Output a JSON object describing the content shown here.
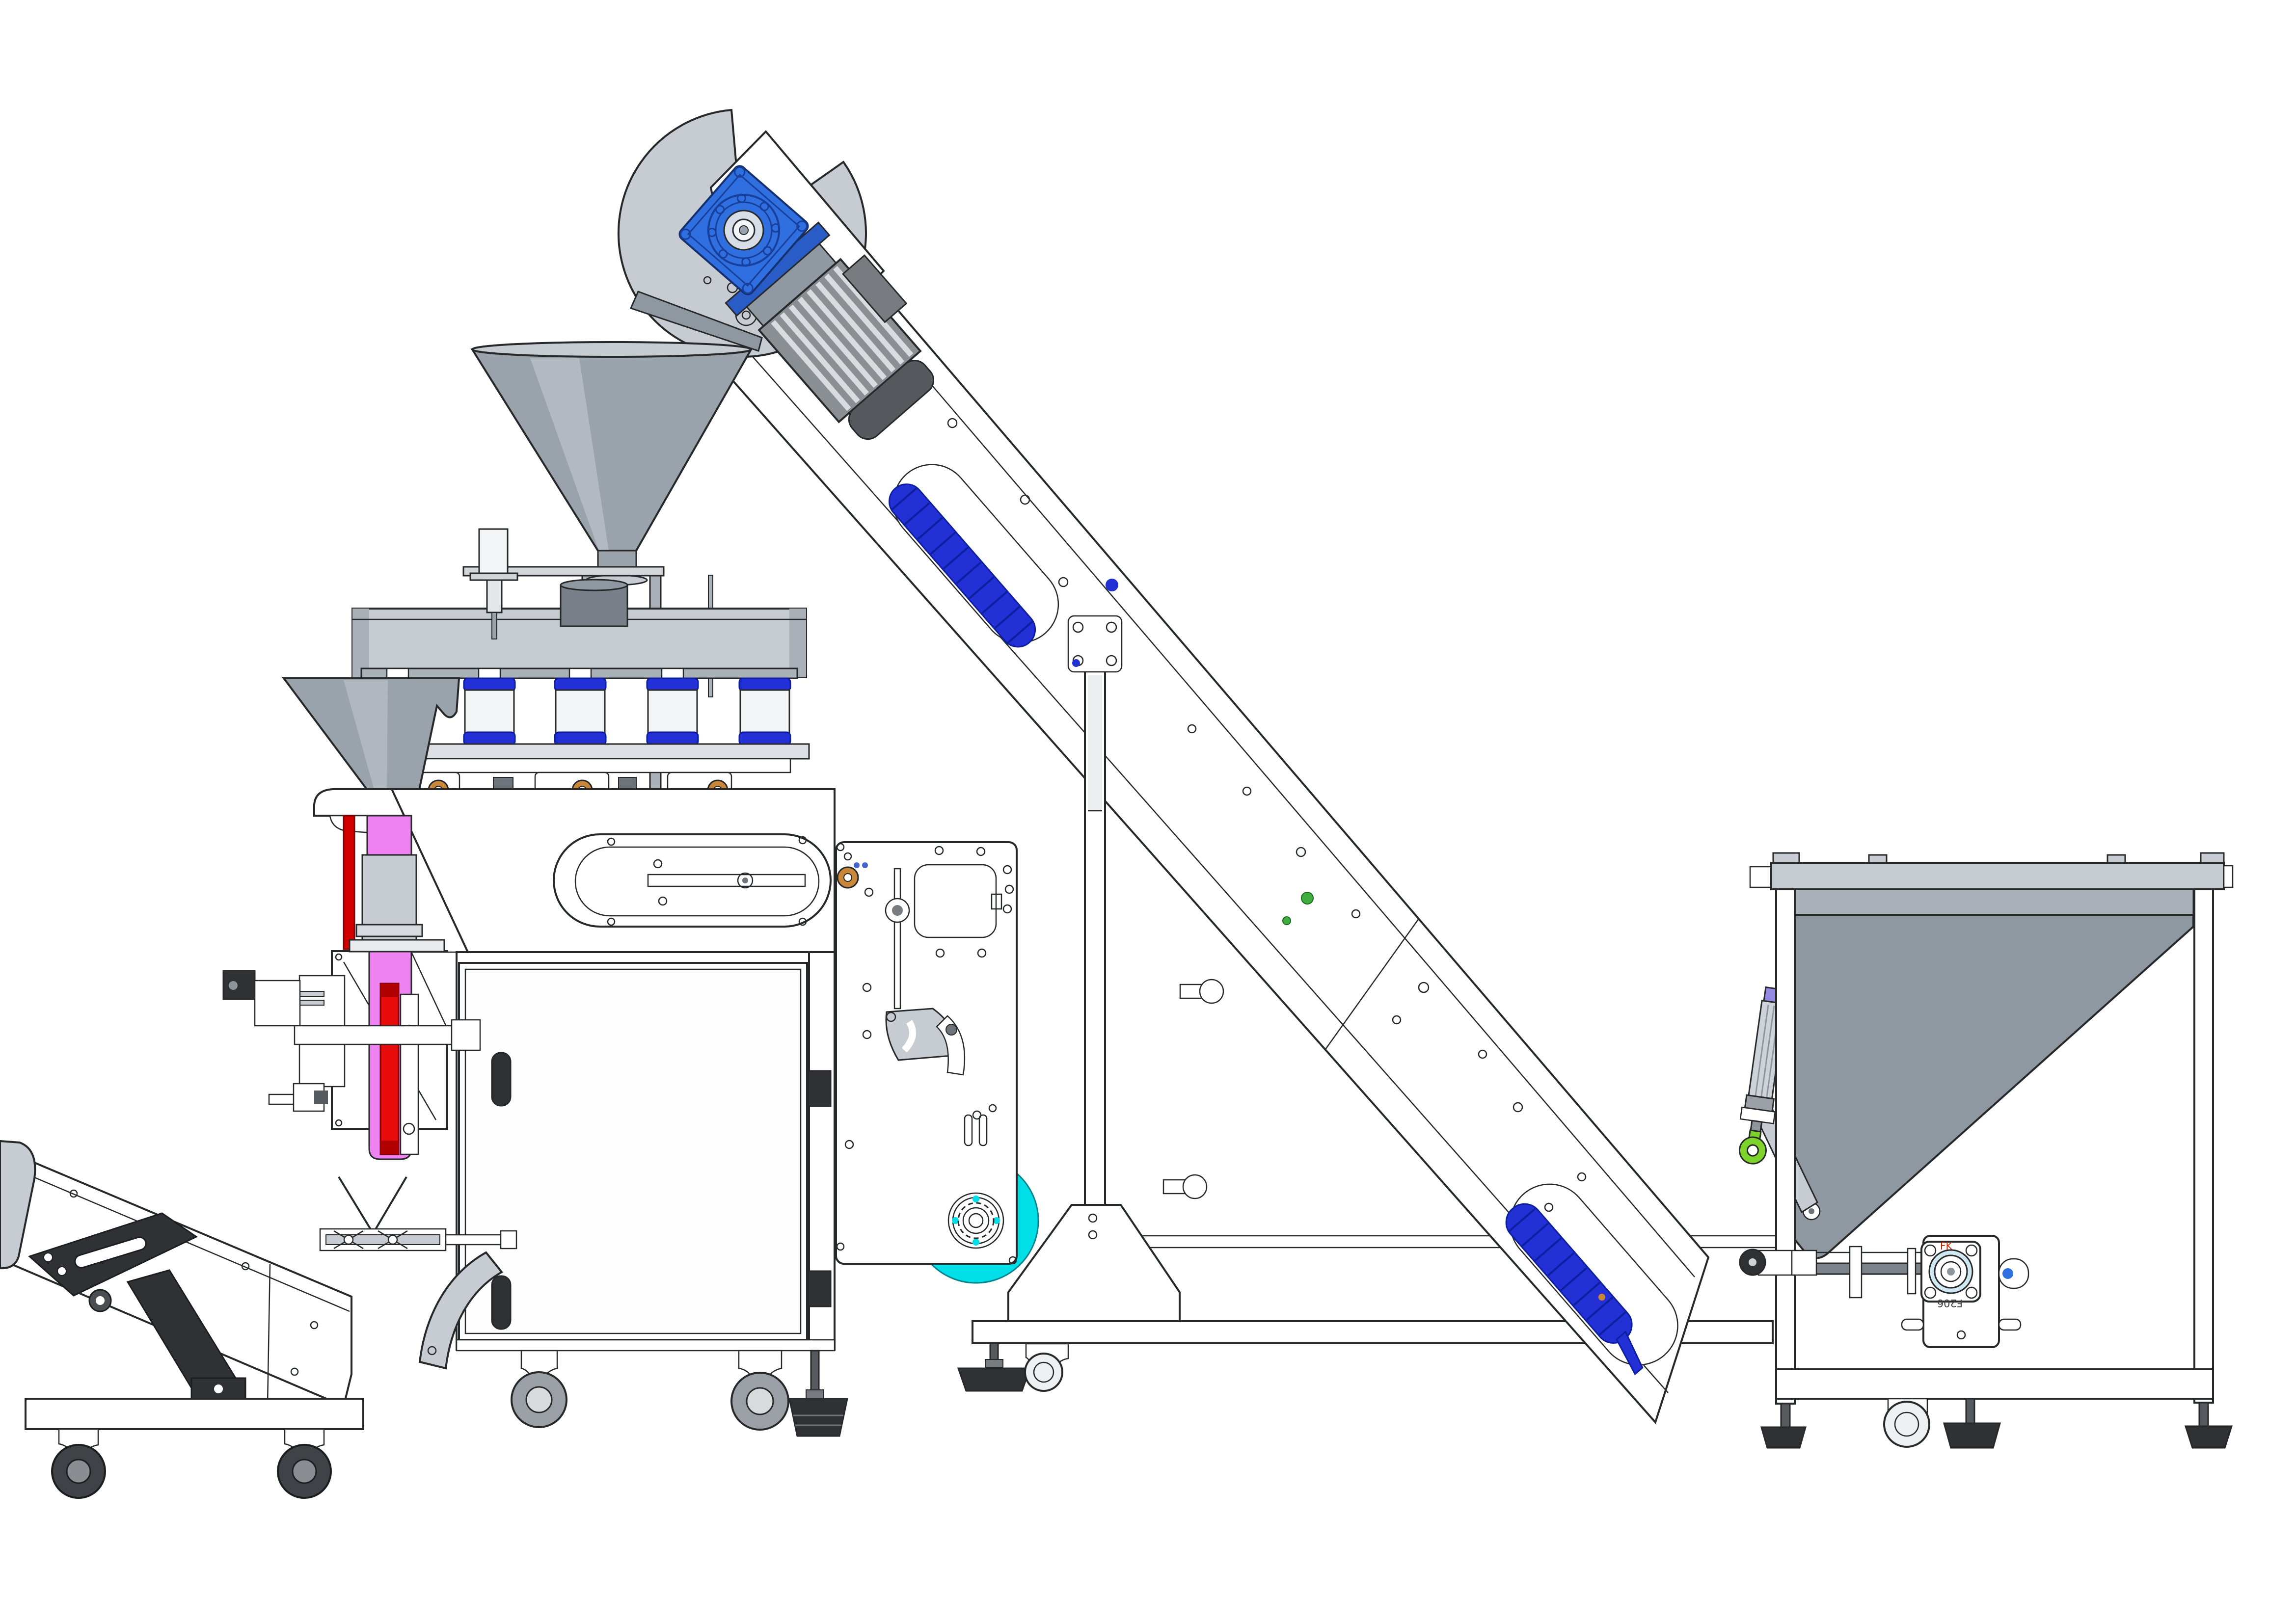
{
  "drawing": {
    "type": "cad-side-view",
    "description": "Vertical form-fill-seal bagging machine line: product hopper with tilt cylinder, inclined bucket elevator with geared motor head, volumetric cup-filler carousel with twin funnels, bagger cabinet with forming tube and film roll stand, and an outfeed take-away conveyor on casters.",
    "bearing": {
      "brand_label": "FK",
      "model_label": "F206"
    }
  },
  "colors": {
    "outline": "#26282a",
    "white": "#ffffff",
    "panel": "#fdfdfe",
    "light_gray": "#c7ccd3",
    "mid_gray": "#aab1b9",
    "steel_gray": "#8f98a0",
    "dark_steel": "#798089",
    "shade_gray": "#9aa2ab",
    "bucket_blue": "#2230d6",
    "bucket_blue_dark": "#0d1f9e",
    "gearbox_blue": "#2f6fe0",
    "gearbox_blue_dark": "#2a5cc8",
    "motor_gray": "#8a8f94",
    "motor_fin": "#d9dcdf",
    "motor_cap": "#55585c",
    "cyan": "#00dfe8",
    "pink": "#ef83f2",
    "red": "#d40000",
    "belt_red": "#e80c0c",
    "green": "#7ed32a",
    "green_dot": "#3fae3f",
    "brass": "#c9873a",
    "copper": "#b9712f",
    "purple": "#9388e4",
    "black_part": "#2f3134",
    "wheel_dark": "#3f4246",
    "wheel_gray": "#9aa0a6",
    "label_red": "#cc2200",
    "label_dark": "#3a3d40"
  },
  "components": {
    "outfeed_conveyor": "outfeed take-away conveyor on caster cart",
    "bagger_cabinet": "VFFS bagger cabinet with door",
    "forming_tube": "bag forming tube (pink) with pull-down belt (red)",
    "film_stand": "film roll stand side plate with cyan film roll",
    "cup_filler": "volumetric cup filler carousel",
    "funnels": "product in-feed funnels",
    "bucket_elevator": "inclined bucket elevator with drive head",
    "product_hopper": "floor hopper with pneumatic tilt cylinder"
  }
}
